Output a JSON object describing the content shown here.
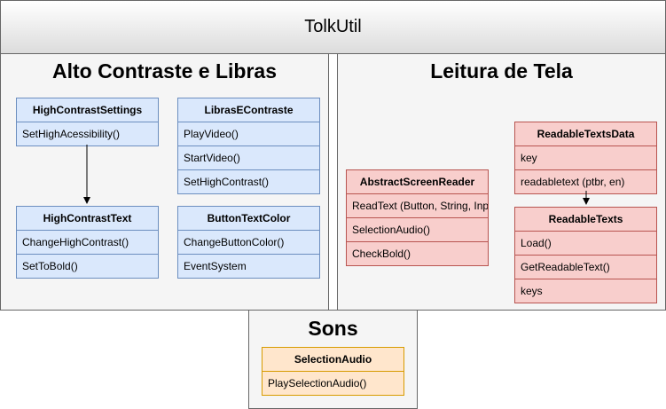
{
  "header": {
    "title": "TolkUtil"
  },
  "panes": {
    "alto": {
      "title": "Alto Contraste e Libras"
    },
    "leitura": {
      "title": "Leitura de Tela"
    },
    "sons": {
      "title": "Sons"
    }
  },
  "classes": {
    "high_contrast_settings": {
      "name": "HighContrastSettings",
      "members": [
        "SetHighAcessibility()"
      ]
    },
    "libras_e_contraste": {
      "name": "LibrasEContraste",
      "members": [
        "PlayVideo()",
        "StartVideo()",
        "SetHighContrast()"
      ]
    },
    "high_contrast_text": {
      "name": "HighContrastText",
      "members": [
        "ChangeHighContrast()",
        "SetToBold()"
      ]
    },
    "button_text_color": {
      "name": "ButtonTextColor",
      "members": [
        "ChangeButtonColor()",
        "EventSystem"
      ]
    },
    "abstract_screen_reader": {
      "name": "AbstractScreenReader",
      "members": [
        "ReadText (Button, String, Input)",
        "SelectionAudio()",
        "CheckBold()"
      ]
    },
    "readable_texts_data": {
      "name": "ReadableTextsData",
      "members": [
        "key",
        "readabletext (ptbr, en)"
      ]
    },
    "readable_texts": {
      "name": "ReadableTexts",
      "members": [
        "Load()",
        "GetReadableText()",
        "keys"
      ]
    },
    "selection_audio": {
      "name": "SelectionAudio",
      "members": [
        "PlaySelectionAudio()"
      ]
    }
  },
  "colors": {
    "blue_fill": "#dae8fc",
    "blue_stroke": "#6c8ebf",
    "red_fill": "#f8cecc",
    "red_stroke": "#b85450",
    "orange_fill": "#ffe6cc",
    "orange_stroke": "#d79b00"
  }
}
